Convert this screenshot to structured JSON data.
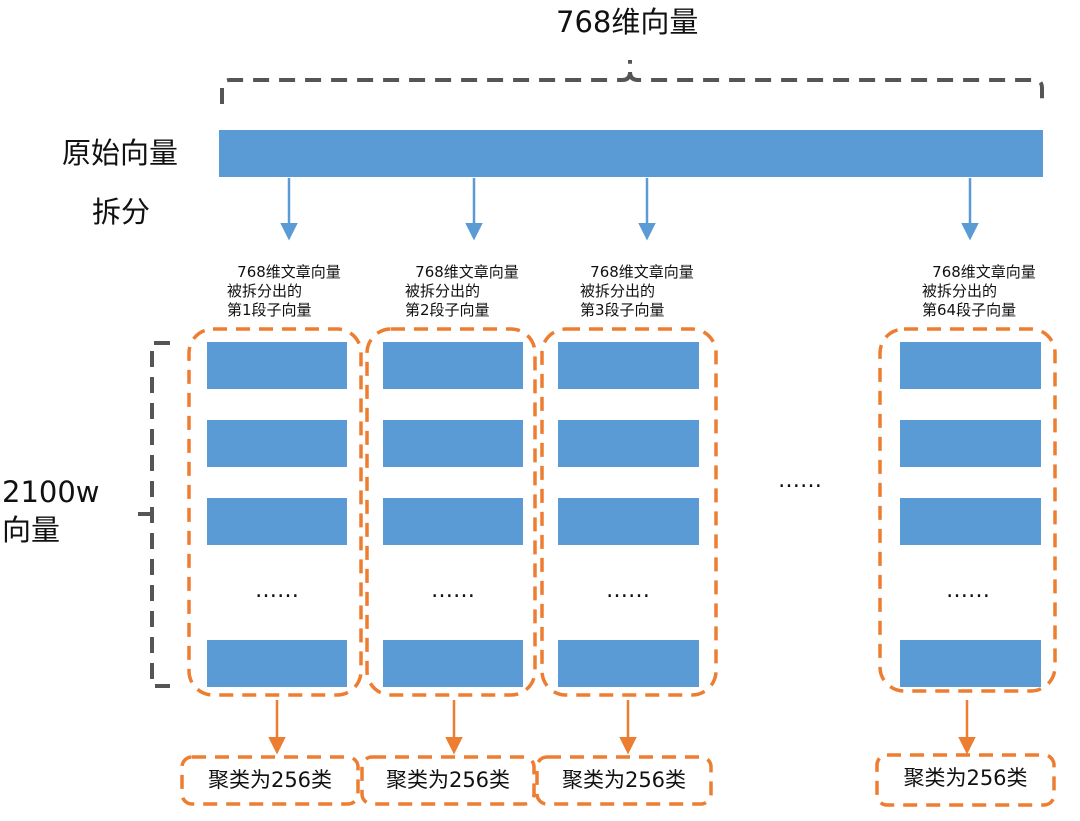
{
  "title": "768维向量",
  "original_label": "原始向量",
  "split_label": "拆分",
  "rows_label_line1": "2100w",
  "rows_label_line2": "向量",
  "column_ellipsis": "……",
  "middle_ellipsis": "……",
  "segments": [
    {
      "line1": "768维文章向量",
      "line2": "被拆分出的",
      "line3": "第1段子向量",
      "cluster": "聚类为256类"
    },
    {
      "line1": "768维文章向量",
      "line2": "被拆分出的",
      "line3": "第2段子向量",
      "cluster": "聚类为256类"
    },
    {
      "line1": "768维文章向量",
      "line2": "被拆分出的",
      "line3": "第3段子向量",
      "cluster": "聚类为256类"
    },
    {
      "line1": "768维文章向量",
      "line2": "被拆分出的",
      "line3": "第64段子向量",
      "cluster": "聚类为256类"
    }
  ],
  "colors": {
    "vector_blue": "#5B9BD5",
    "dashed_orange": "#ED7D31",
    "bracket_gray": "#555555",
    "arrow_blue": "#5B9BD5",
    "arrow_orange": "#ED7D31"
  }
}
